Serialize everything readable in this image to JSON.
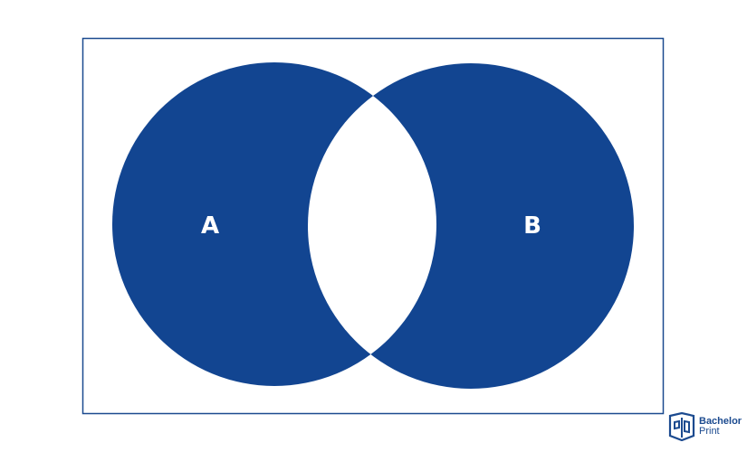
{
  "diagram": {
    "type": "venn-symmetric-difference",
    "sets": [
      {
        "label": "A"
      },
      {
        "label": "B"
      }
    ],
    "shaded_regions": [
      "A only",
      "B only"
    ],
    "unshaded_regions": [
      "A and B",
      "outside"
    ]
  },
  "colors": {
    "fill": "#124591",
    "frame": "#1b4a8f",
    "label": "#ffffff",
    "background": "#ffffff"
  },
  "branding": {
    "line1": "Bachelor",
    "line2": "Print"
  }
}
